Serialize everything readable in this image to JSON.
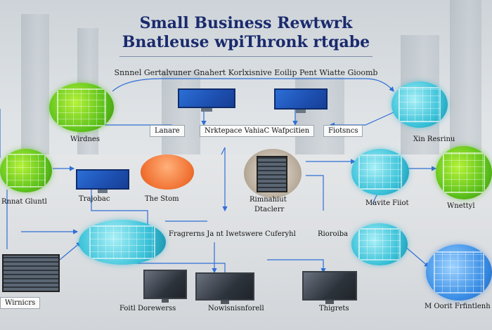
{
  "title_line1": "Small Business Rewtwrk",
  "title_line2": "Bnatleuse wpiThronk rtqabe",
  "subtitle": "Snnnel Gertalvuner Gnahert Korlxisnive Eoilip Pent Wiatte Gioomb",
  "labels": {
    "lanare": "Lanare",
    "top_center": "Nrktepace VahiaC Wafpcitien",
    "top_right": "Fiotsncs",
    "windes": "Wirdnes",
    "xin_resrinu": "Xin Resrinu",
    "left_green": "Rnnat Gluntl",
    "trajobac": "Trajobac",
    "the_stom": "The Stom",
    "center_device": "Rimnahiut",
    "center_device_2": "Dtaclerr",
    "mavite": "Mavite Fiiot",
    "wnettyl": "Wnettyl",
    "center_bar": "Fragrerns Ja nt Iwetswere Cuferyhl",
    "rioroiba": "Rioroiba",
    "wirnicrs": "Wirnicrs",
    "foitl": "Foitl Dorewerss",
    "nowisn": "Nowisnisnforell",
    "thigrets": "Thigrets",
    "oorit": "M Oorit Frfintlenh"
  },
  "colors": {
    "title": "#1a2a6c",
    "link": "#2f6fd6",
    "green_node": "#6bd11f",
    "cyan_node": "#39c1d8",
    "blue_node": "#3b8fe6",
    "orange_node": "#f07030"
  }
}
